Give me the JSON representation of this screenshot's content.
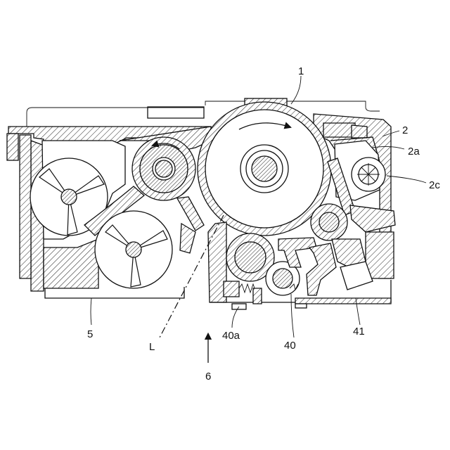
{
  "labels": {
    "l1": "1",
    "l2": "2",
    "l2a": "2a",
    "l2c": "2c",
    "l5": "5",
    "lL": "L",
    "l40a": "40a",
    "l40": "40",
    "l41": "41",
    "l6": "6"
  }
}
